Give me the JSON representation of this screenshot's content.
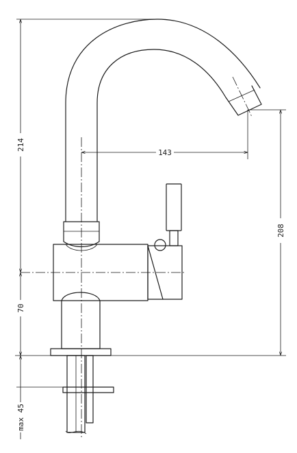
{
  "dimensions": {
    "overall_height": "214",
    "spout_reach": "143",
    "spout_outlet_height": "208",
    "body_height": "70",
    "mounting_thickness": "max 45"
  }
}
